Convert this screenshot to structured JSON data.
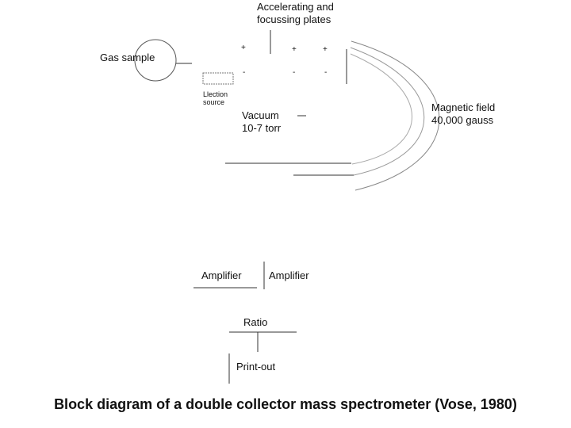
{
  "labels": {
    "plates_line1": "Accelerating and",
    "plates_line2": "focussing plates",
    "gas_sample": "Gas sample",
    "electron_source_line1": "Llection",
    "electron_source_line2": "source",
    "vacuum_line1": "Vacuum",
    "vacuum_line2": "10-7 torr",
    "magnetic_line1": "Magnetic field",
    "magnetic_line2": "40,000 gauss",
    "amplifier_left": "Amplifier",
    "amplifier_right": "Amplifier",
    "ratio": "Ratio",
    "printout": "Print-out"
  },
  "plate_symbols": {
    "plus": "+",
    "minus": "-"
  },
  "caption": "Block diagram of a double collector mass spectrometer (Vose, 1980)"
}
